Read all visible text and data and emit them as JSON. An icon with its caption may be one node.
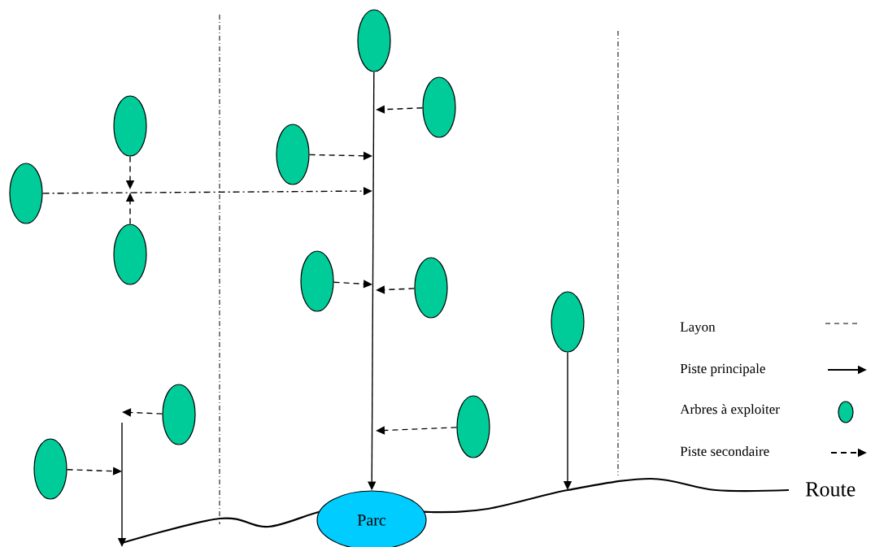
{
  "diagram": {
    "nodes": [
      {
        "text": [],
        "shape": "ellipse"
      },
      {
        "text": [],
        "shape": "ellipse"
      },
      {
        "text": [],
        "shape": "ellipse"
      },
      {
        "text": [],
        "shape": "ellipse"
      },
      {
        "text": [],
        "shape": "ellipse"
      },
      {
        "text": [],
        "shape": "ellipse"
      },
      {
        "text": [],
        "shape": "ellipse"
      },
      {
        "text": [],
        "shape": "ellipse"
      },
      {
        "text": [],
        "shape": "ellipse"
      },
      {
        "text": [],
        "shape": "ellipse"
      },
      {
        "text": [],
        "shape": "ellipse"
      },
      {
        "text": [],
        "shape": "ellipse"
      },
      {
        "text": [
          "Parc"
        ]
      }
    ],
    "edges": [
      {
        "from": 0,
        "to": 12,
        "arrow": "to"
      },
      {
        "from": 1,
        "to": null,
        "arrow": "to",
        "style": "dashed"
      },
      {
        "from": 2,
        "to": null,
        "arrow": "to",
        "style": "dashed"
      },
      {
        "from": 3,
        "to": null,
        "arrow": "to",
        "style": "dashed"
      },
      {
        "from": 4,
        "to": null,
        "arrow": "to",
        "style": "dashed"
      },
      {
        "from": 5,
        "to": null,
        "arrow": "to",
        "style": "dashed"
      },
      {
        "from": 6,
        "to": null,
        "arrow": "to",
        "style": "dashed"
      },
      {
        "from": 7,
        "to": null,
        "arrow": "to",
        "style": "dashed"
      },
      {
        "from": 10,
        "to": null,
        "arrow": "to",
        "style": "dashed"
      },
      {
        "from": 8,
        "to": null,
        "arrow": "to"
      },
      {
        "from": 9,
        "to": null,
        "arrow": "to",
        "style": "dashed"
      },
      {
        "from": 11,
        "to": null,
        "arrow": "to",
        "style": "dashed"
      }
    ],
    "labels": [
      "Route"
    ],
    "legend": [
      {
        "text": "Layon"
      },
      {
        "text": "Piste principale"
      },
      {
        "text": "Arbres à exploiter"
      },
      {
        "text": "Piste secondaire"
      }
    ]
  }
}
